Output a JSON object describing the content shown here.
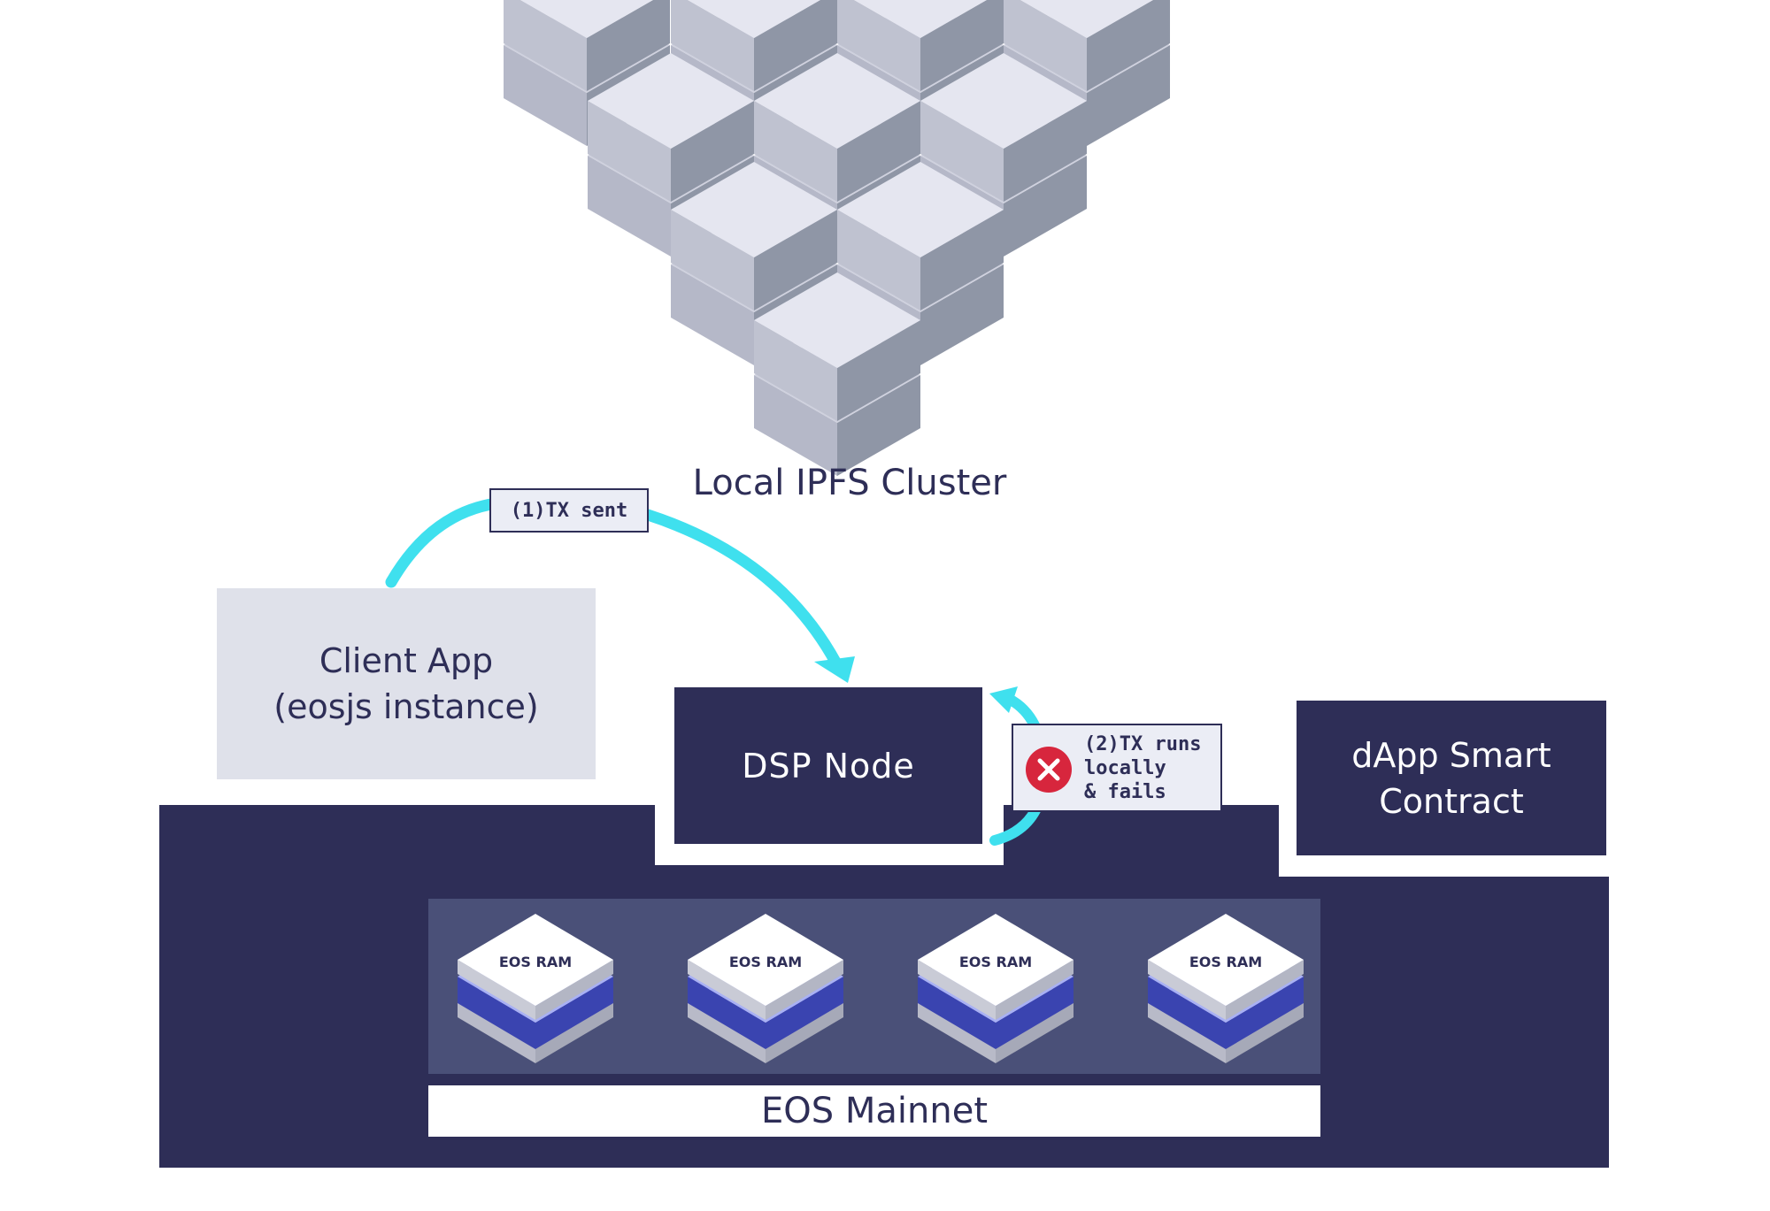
{
  "cluster": {
    "label": "Local IPFS Cluster"
  },
  "client_app": {
    "line1": "Client App",
    "line2": "(eosjs instance)"
  },
  "dsp_node": {
    "label": "DSP  Node"
  },
  "dapp_contract": {
    "line1": "dApp Smart",
    "line2": "Contract"
  },
  "steps": {
    "tx_sent": "(1)TX sent",
    "tx_fails": "(2)TX runs\nlocally\n& fails"
  },
  "mainnet": {
    "label": "EOS Mainnet",
    "ram_label": "EOS RAM",
    "ram_blocks": [
      "EOS RAM",
      "EOS RAM",
      "EOS RAM",
      "EOS RAM"
    ]
  },
  "colors": {
    "navy": "#2e2e57",
    "panel": "#4a5078",
    "client_bg": "#dfe1ea",
    "arrow": "#3fe0ee",
    "error": "#d7263d",
    "cube_top": "#e5e6f0",
    "cube_side": "#bfc2d0",
    "ram_purple": "#a8b0f5",
    "ram_dark": "#3a44b0"
  }
}
